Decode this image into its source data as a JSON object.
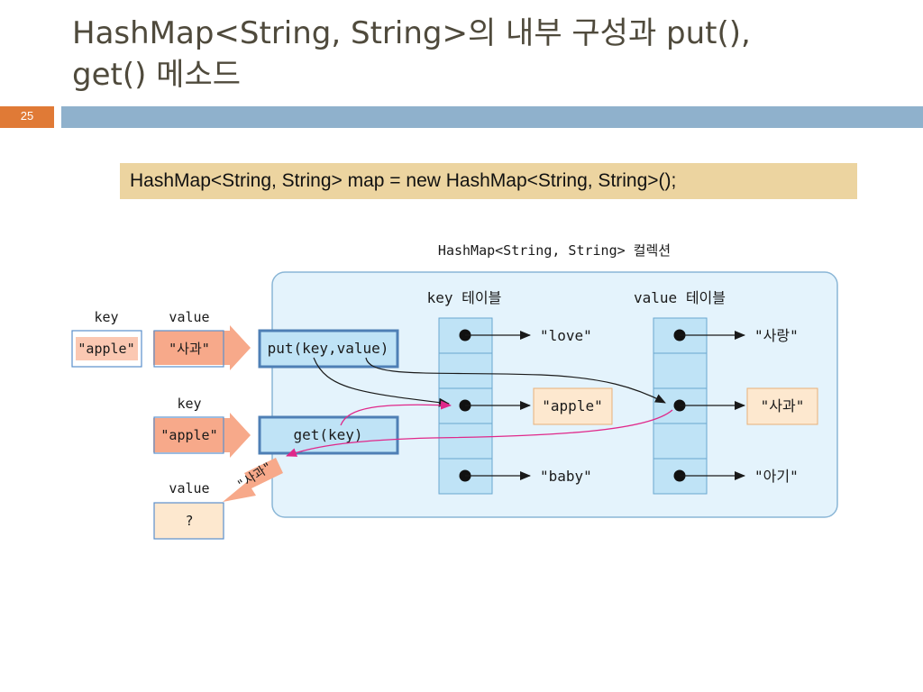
{
  "slide": {
    "title_line1": "HashMap<String, String>의 내부 구성과 put(),",
    "title_line2": "get() 메소드",
    "number": "25",
    "code": "HashMap<String, String>  map  =  new  HashMap<String, String>();"
  },
  "diagram": {
    "collection_caption": "HashMap<String, String> 컬렉션",
    "key_table_label": "key 테이블",
    "value_table_label": "value 테이블",
    "put_input": {
      "key_label": "key",
      "value_label": "value",
      "key": "\"apple\"",
      "value": "\"사과\""
    },
    "get_input": {
      "key_label": "key",
      "key": "\"apple\""
    },
    "put_method": "put(key,value)",
    "get_method": "get(key)",
    "returned_value": "\"사과\"",
    "result": {
      "value_label": "value",
      "value": "?"
    },
    "key_entries": [
      "\"love\"",
      "\"apple\"",
      "\"baby\""
    ],
    "value_entries": [
      "\"사랑\"",
      "\"사과\"",
      "\"아기\""
    ],
    "colors": {
      "collection_bg": "#e4f3fc",
      "collection_border": "#8ab6d6",
      "table_cell": "#bfe3f6",
      "method_box": "#bfe3f6",
      "method_border": "#4e7fb5",
      "highlight_box": "#fde8cf",
      "arrow_fill": "#f7a98a",
      "get_path": "#e0288a",
      "key_value_box_border": "#5b8fcc"
    }
  }
}
